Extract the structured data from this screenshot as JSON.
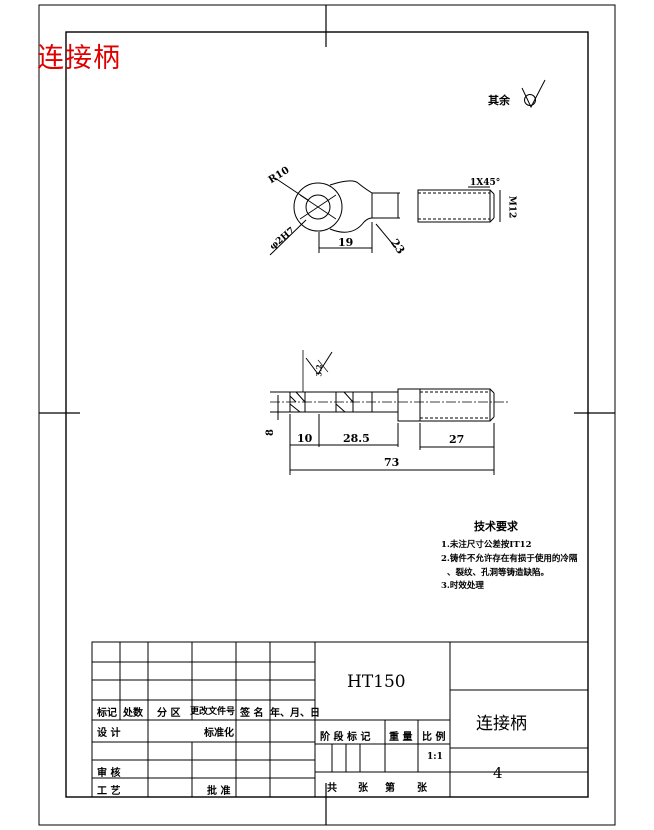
{
  "header": {
    "title_red": "连接柄"
  },
  "roughness": {
    "label": "其余"
  },
  "dims_top": {
    "radius": "R10",
    "bore": "φ2H7",
    "chamfer": "1X45°",
    "thread": "M12",
    "length19": "19",
    "width23": "23"
  },
  "dims_bottom": {
    "height8": "8",
    "d10": "10",
    "d28_5": "28.5",
    "d27": "27",
    "d73": "73",
    "rough_val": "3.2"
  },
  "tech": {
    "title": "技术要求",
    "items": [
      "1.未注尺寸公差按IT12",
      "2.铸件不允许存在有损于使用的冷隔",
      "、裂纹、孔洞等铸造缺陷。",
      "3.时效处理"
    ]
  },
  "titleblock": {
    "material": "HT150",
    "part_name": "连接柄",
    "sheet_no": "4",
    "scale_val": "1:1",
    "row_revision": [
      "标记",
      "处数",
      "分 区",
      "更改文件号",
      "签 名",
      "年、月、日"
    ],
    "row_design": [
      "设 计",
      "标准化"
    ],
    "row_review": "审 核",
    "row_process": [
      "工 艺",
      "批 准"
    ],
    "stage_cols": [
      "阶 段 标 记",
      "重 量",
      "比 例"
    ],
    "sheets": [
      "共",
      "张",
      "第",
      "张"
    ]
  }
}
